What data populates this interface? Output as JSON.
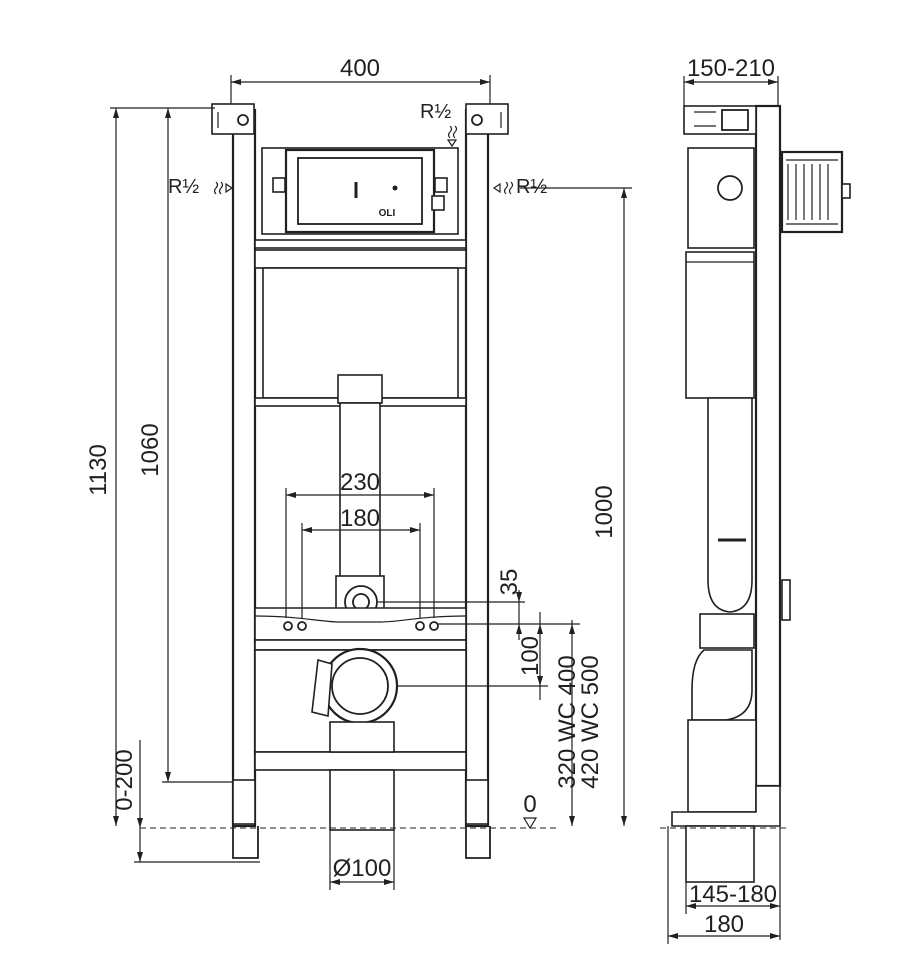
{
  "front_view": {
    "width_top": "400",
    "height_total": "1130",
    "height_frame": "1060",
    "height_inlet": "1000",
    "fixing_outer": "230",
    "fixing_inner": "180",
    "flush_offset": "35",
    "bolt_offset": "100",
    "drain_height_a": "320 WC 400",
    "drain_height_b": "420 WC 500",
    "leg_adjust": "0-200",
    "zero_level": "0",
    "outlet_diameter": "Ø100",
    "inlet_top": "R½",
    "inlet_left": "R½",
    "inlet_right": "R½",
    "brand": "OLI"
  },
  "side_view": {
    "depth_top": "150-210",
    "depth_bottom_inner": "145-180",
    "depth_bottom": "180"
  }
}
